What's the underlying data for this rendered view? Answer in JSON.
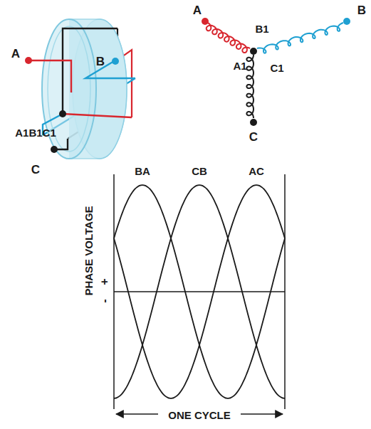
{
  "diagram": {
    "labels": [
      "A",
      "B",
      "A1B1C1",
      "C",
      "A",
      "B1",
      "B",
      "A1",
      "C1",
      "C",
      "BA",
      "CB",
      "AC",
      "PHASE VOLTAGE",
      "+",
      "-",
      "ONE CYCLE"
    ]
  }
}
